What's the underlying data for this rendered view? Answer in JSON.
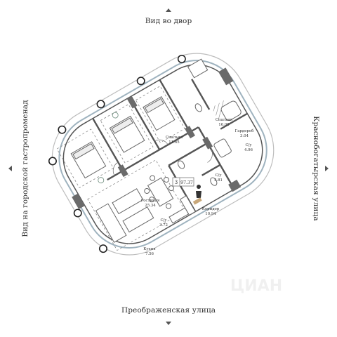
{
  "orientation": {
    "top": "Вид во двор",
    "bottom": "Преображенская улица",
    "left": "Вид на городской гастропроменад",
    "right": "Краснобогатырская улица"
  },
  "badge": {
    "rooms": "3",
    "area": "97.37"
  },
  "rooms": [
    {
      "name": "Спальня",
      "area": "16.05"
    },
    {
      "name": "Гардероб",
      "area": "3.04"
    },
    {
      "name": "С/у",
      "area": "4.96"
    },
    {
      "name": "Спальня",
      "area": "11.65"
    },
    {
      "name": "С/у",
      "area": "4.81"
    },
    {
      "name": "Гостиная",
      "area": "25.34"
    },
    {
      "name": "Коридор",
      "area": "10.94"
    },
    {
      "name": "С/у",
      "area": "3.72"
    },
    {
      "name": "Кухня",
      "area": "7.56"
    }
  ],
  "watermark": "ЦИАН",
  "colors": {
    "wall": "#555555",
    "glass": "#9fb3bf",
    "line": "#333333"
  }
}
